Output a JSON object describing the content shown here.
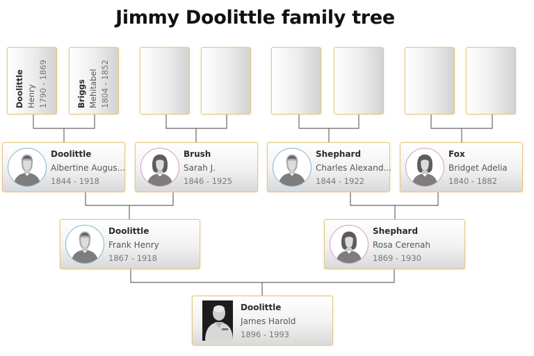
{
  "title": "Jimmy Doolittle family tree",
  "colors": {
    "card_border": "#e5c583",
    "male_ring": "#7fb4cf",
    "female_ring": "#d39ac4",
    "connector": "#666666"
  },
  "generation4": [
    {
      "surname": "Doolittle",
      "given": "Henry",
      "years": "1790 - 1869"
    },
    {
      "surname": "Briggs",
      "given": "Mehitabel",
      "years": "1804 - 1852"
    },
    {
      "surname": "",
      "given": "",
      "years": ""
    },
    {
      "surname": "",
      "given": "",
      "years": ""
    },
    {
      "surname": "",
      "given": "",
      "years": ""
    },
    {
      "surname": "",
      "given": "",
      "years": ""
    },
    {
      "surname": "",
      "given": "",
      "years": ""
    },
    {
      "surname": "",
      "given": "",
      "years": ""
    }
  ],
  "generation3": [
    {
      "surname": "Doolittle",
      "given": "Albertine Augus...",
      "years": "1844 - 1918",
      "gender": "male",
      "avatar": "male-avatar-icon"
    },
    {
      "surname": "Brush",
      "given": "Sarah J.",
      "years": "1846 - 1925",
      "gender": "female",
      "avatar": "female-avatar-icon"
    },
    {
      "surname": "Shephard",
      "given": "Charles Alexand...",
      "years": "1844 - 1922",
      "gender": "male",
      "avatar": "male-avatar-icon"
    },
    {
      "surname": "Fox",
      "given": "Bridget Adelia",
      "years": "1840 - 1882",
      "gender": "female",
      "avatar": "female-avatar-icon"
    }
  ],
  "generation2": [
    {
      "surname": "Doolittle",
      "given": "Frank Henry",
      "years": "1867 - 1918",
      "gender": "male",
      "avatar": "male-avatar-icon"
    },
    {
      "surname": "Shephard",
      "given": "Rosa Cerenah",
      "years": "1869 - 1930",
      "gender": "female",
      "avatar": "female-avatar-icon"
    }
  ],
  "generation1": [
    {
      "surname": "Doolittle",
      "given": "James Harold",
      "years": "1896 - 1993",
      "avatar": "portrait-photo"
    }
  ]
}
